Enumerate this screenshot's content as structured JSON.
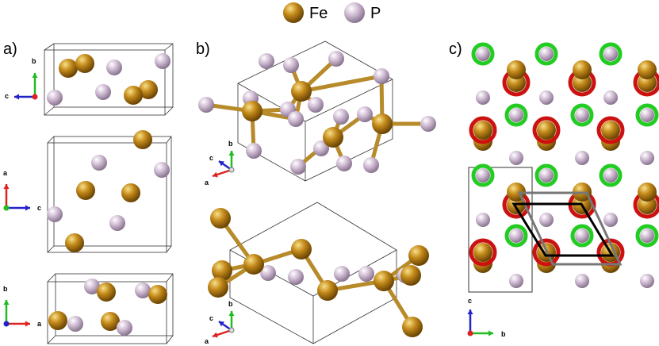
{
  "legend": {
    "items": [
      {
        "element": "Fe",
        "label": "Fe",
        "color": "#b8860b"
      },
      {
        "element": "P",
        "label": "P",
        "color": "#c8b4cc"
      }
    ]
  },
  "panels": {
    "a": {
      "label": "a)"
    },
    "b": {
      "label": "b)"
    },
    "c": {
      "label": "c)"
    }
  },
  "axes": {
    "a1": {
      "up": "b",
      "left": "c"
    },
    "a2": {
      "up": "a",
      "right": "c"
    },
    "a3": {
      "up": "b",
      "right": "a"
    },
    "b1": {
      "up": "b",
      "left": "c",
      "down": "a"
    },
    "b2": {
      "up": "b",
      "left": "c",
      "down": "a"
    },
    "c1": {
      "up": "c",
      "right": "b"
    }
  },
  "colors": {
    "fe": "#b8860b",
    "p": "#c8b4cc",
    "ring_red": "#cc1111",
    "ring_green": "#22cc22",
    "axis_red": "#dd2222",
    "axis_green": "#22bb22",
    "axis_blue": "#2222cc"
  }
}
